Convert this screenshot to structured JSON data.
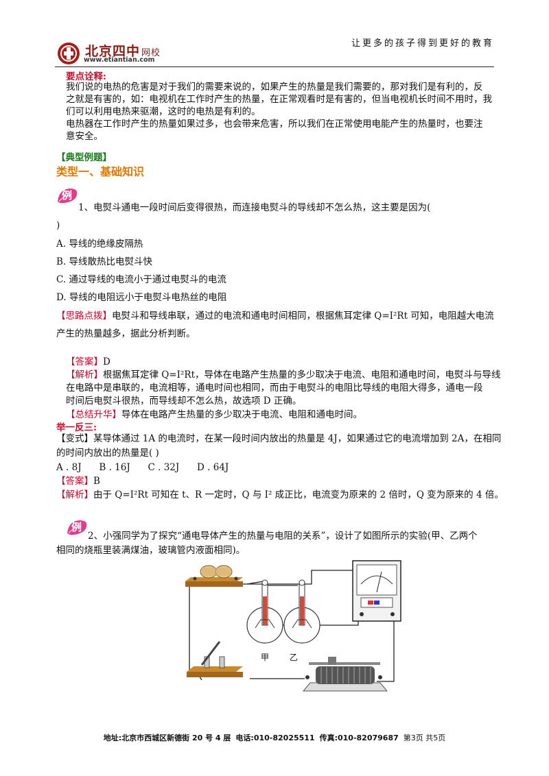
{
  "header": {
    "logo_cn": "北京四中",
    "logo_sub": "网校",
    "logo_url": "www.etiantian.com",
    "slogan": "让更多的孩子得到更好的教育"
  },
  "key_points": {
    "title": "要点诠释:",
    "p1_l1": "我们说的电热的危害是对于我们的需要来说的，如果产生的热量是我们需要的，那对我们是有利的，反",
    "p1_l2": "之就是有害的，如：电视机在工作时产生的热量，在正常观看时是有害的，但当电视机长时间不用时，我",
    "p1_l3": "们可以利用电热来驱潮，这时的电热是有利的。",
    "p2_l1": "电热器在工作时产生的热量如果过多，也会带来危害，所以我们在正常使用电能产生的热量时，也要注",
    "p2_l2": "意安全。"
  },
  "section": {
    "typical": "【典型例题】",
    "type1": "类型一、基础知识"
  },
  "badge": "例",
  "q1": {
    "stem_l1": "1、电熨斗通电一段时间后变得很热，而连接电熨斗的导线却不怎么热，这主要是因为(",
    "stem_l2": ")",
    "a": "A. 导线的绝缘皮隔热",
    "b": "B. 导线散热比电熨斗快",
    "c": "C. 通过导线的电流小于通过电熨斗的电流",
    "d": "D. 导线的电阻远小于电熨斗电热丝的电阻",
    "hint_tag": "【思路点拨】",
    "hint_l1": "电熨斗和导线串联，通过的电流和通电时间相同，根据焦耳定律 Q=I²Rt 可知，电阻越大电流",
    "hint_l2": "产生的热量越多，据此分析判断。",
    "answer_tag": "【答案】",
    "answer": "D",
    "analysis_tag": "【解析】",
    "analysis_l1": "根据焦耳定律 Q=I²Rt，导体在电路产生热量的多少取决于电流、电阻和通电时间，电熨斗与导线",
    "analysis_l2": "在电路中是串联的，电流相等，通电时间也相同，而由于电熨斗的电阻比导线的电阻大得多，通电一段",
    "analysis_l3": "时间后电熨斗很热，而导线却不怎么热，故选项 D 正确。",
    "summary_tag": "【总结升华】",
    "summary": "导体在电路产生热量的多少取决于电流、电阻和通电时间。"
  },
  "variant": {
    "title": "举一反三:",
    "tag": "【变式】",
    "stem_l1": "某导体通过 1A 的电流时，在某一段时间内放出的热量是 4J，如果通过它的电流增加到 2A，在相同",
    "stem_l2": "的时间内放出的热量是(        )",
    "options": "A . 8J      B . 16J      C . 32J      D . 64J",
    "answer_tag": "【答案】",
    "answer": "B",
    "analysis_tag": "【解析】",
    "analysis": "由于 Q=I²Rt 可知在 t、R 一定时，Q 与 I² 成正比，电流变为原来的 2 倍时，Q 变为原来的 4 倍。"
  },
  "q2": {
    "stem_l1": "2、小强同学为了探究“通电导体产生的热量与电阻的关系”，设计了如图所示的实验(甲、乙两个",
    "stem_l2": "相同的烧瓶里装满煤油，玻璃管内液面相同)。",
    "label_jia": "甲",
    "label_yi": "乙"
  },
  "footer": {
    "address_label": "地址:",
    "address": "北京市西城区新德街 20 号 4 层",
    "phone_label": "电话:",
    "phone": "010-82025511",
    "fax_label": "传真:",
    "fax": "010-82079687",
    "page": "第3页 共5页"
  }
}
